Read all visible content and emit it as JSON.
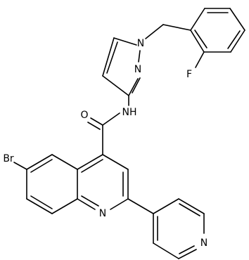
{
  "atom_labels": {
    "fluorine": "F",
    "pyrazole_n1": "N",
    "pyrazole_n2": "N",
    "amide_oxygen": "O",
    "amide_nh": "NH",
    "bromine": "Br",
    "quinoline_n": "N",
    "pyridine_n": "N"
  }
}
